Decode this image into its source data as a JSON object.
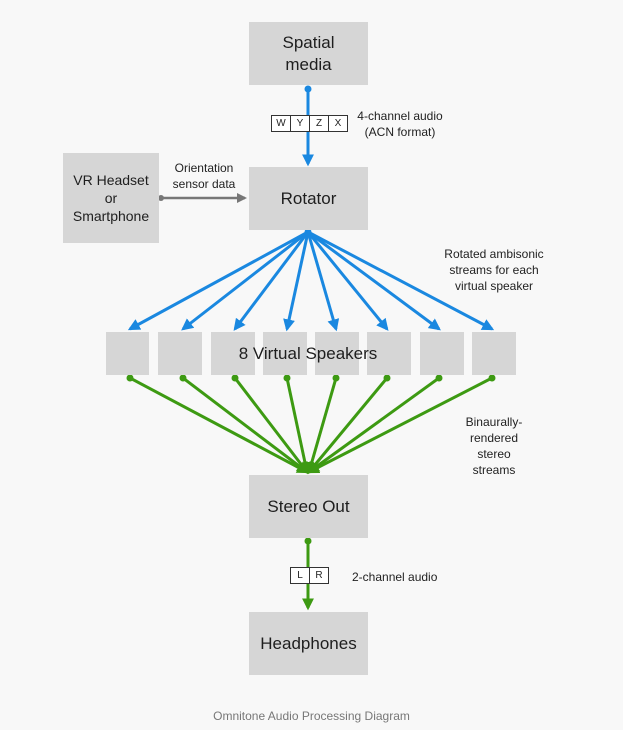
{
  "colors": {
    "box_fill": "#d6d6d6",
    "blue_arrow": "#1a88e0",
    "green_arrow": "#3d9a12",
    "gray_arrow": "#777777",
    "background": "#f8f8f8"
  },
  "nodes": {
    "spatial_media": "Spatial\nmedia",
    "rotator": "Rotator",
    "vr_headset": "VR Headset\nor\nSmartphone",
    "speakers": "8 Virtual Speakers",
    "stereo_out": "Stereo Out",
    "headphones": "Headphones"
  },
  "channels": {
    "acn": [
      "W",
      "Y",
      "Z",
      "X"
    ],
    "stereo": [
      "L",
      "R"
    ]
  },
  "annotations": {
    "four_channel": "4-channel audio\n(ACN format)",
    "orientation": "Orientation\nsensor data",
    "rotated": "Rotated ambisonic\nstreams for each\nvirtual speaker",
    "binaural": "Binaurally-\nrendered stereo\nstreams",
    "two_channel": "2-channel audio"
  },
  "caption": "Omnitone Audio Processing Diagram"
}
